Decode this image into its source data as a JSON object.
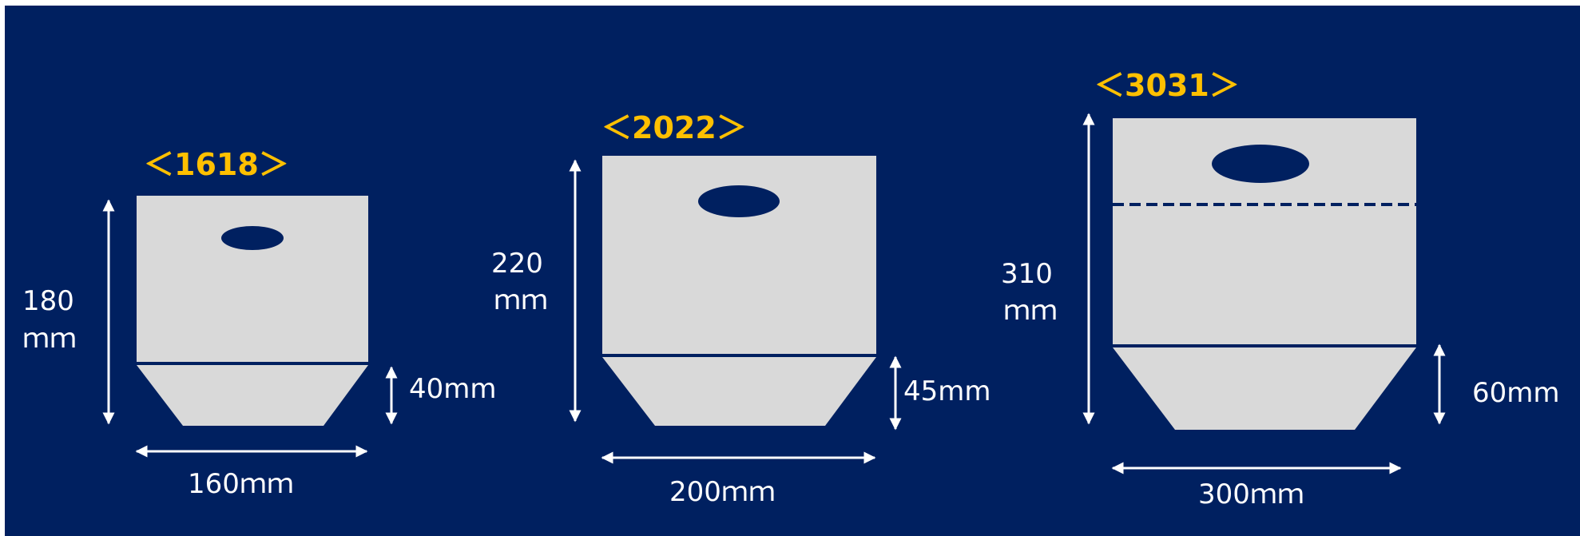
{
  "colors": {
    "background": "#002060",
    "bag": "#d9d9d9",
    "label": "#ffc000",
    "dimension": "#ffffff"
  },
  "bags": [
    {
      "label": "＜1618＞",
      "height_text_1": "180",
      "height_text_2": "ｍｍ",
      "gusset_text": "40mm",
      "width_text": "160ｍｍ"
    },
    {
      "label": "＜2022＞",
      "height_text_1": "220",
      "height_text_2": "ｍｍ",
      "gusset_text": "45mm",
      "width_text": "200ｍｍ"
    },
    {
      "label": "＜3031＞",
      "height_text_1": "310",
      "height_text_2": "ｍｍ",
      "gusset_text": "60mm",
      "width_text": "300ｍｍ"
    }
  ]
}
